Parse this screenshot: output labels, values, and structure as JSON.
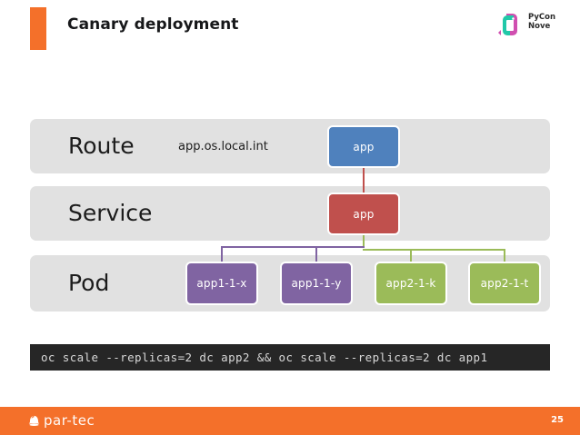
{
  "header": {
    "title": "Canary deployment",
    "accent_color": "#f4702a",
    "logo": {
      "name": "pycon-nove-logo",
      "line1": "PyCon",
      "line2": "Nove"
    }
  },
  "diagram": {
    "layers": [
      {
        "id": "route",
        "label": "Route",
        "host": "app.os.local.int"
      },
      {
        "id": "service",
        "label": "Service",
        "host": ""
      },
      {
        "id": "pod",
        "label": "Pod",
        "host": ""
      }
    ],
    "route_node": {
      "label": "app",
      "color": "#4f81bd"
    },
    "service_node": {
      "label": "app",
      "color": "#c0504d"
    },
    "pods": [
      {
        "label": "app1-1-x",
        "color": "#8064a2",
        "group": "app1"
      },
      {
        "label": "app1-1-y",
        "color": "#8064a2",
        "group": "app1"
      },
      {
        "label": "app2-1-k",
        "color": "#9bbb59",
        "group": "app2"
      },
      {
        "label": "app2-1-t",
        "color": "#9bbb59",
        "group": "app2"
      }
    ],
    "row_background": "#e1e1e1",
    "connector_colors": {
      "route_to_service": "#c0504d",
      "app1_branch": "#8064a2",
      "app2_branch": "#9bbb59"
    }
  },
  "command": {
    "text": "oc scale --replicas=2 dc app2 && oc scale --replicas=2 dc app1",
    "background": "#262626",
    "foreground": "#d8d8d8"
  },
  "footer": {
    "brand": "par-tec",
    "page_number": "25",
    "background": "#f4702a"
  }
}
